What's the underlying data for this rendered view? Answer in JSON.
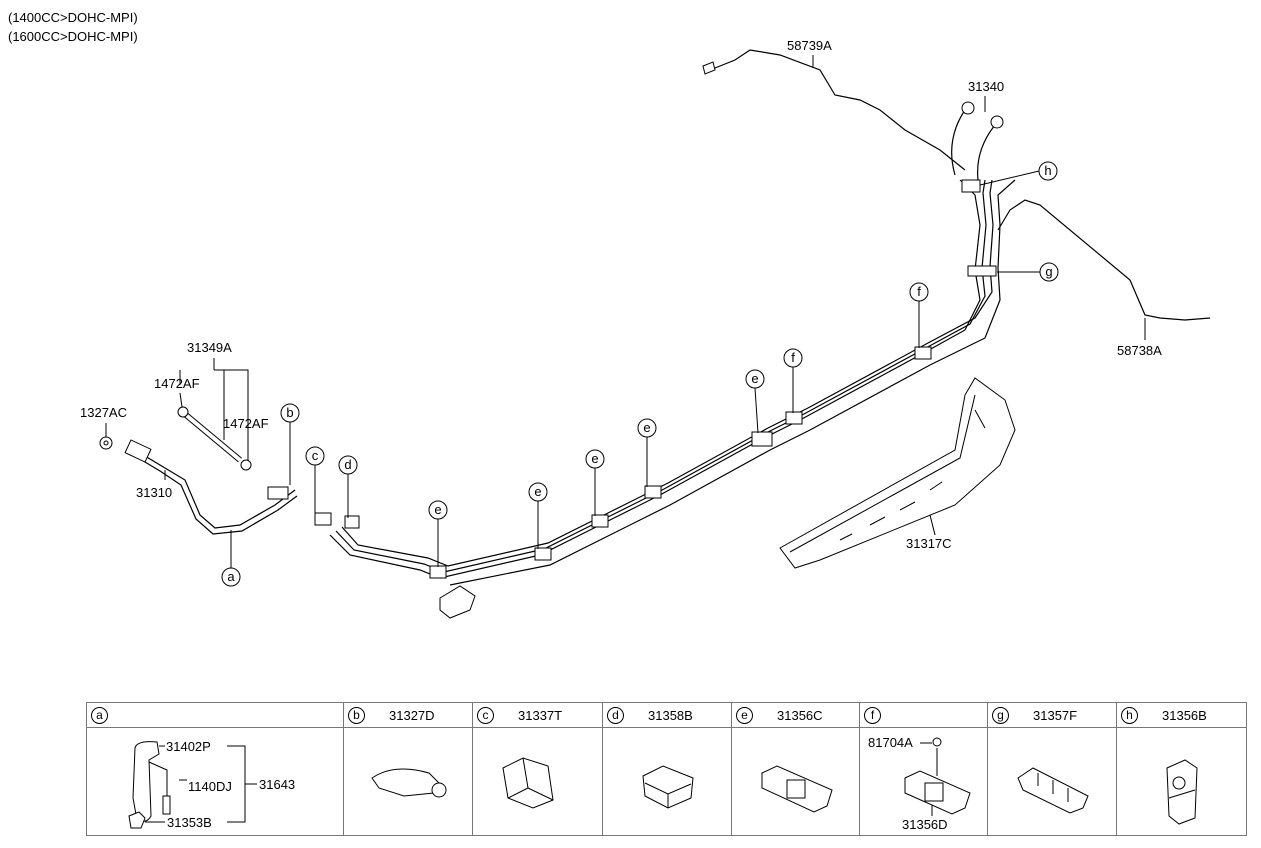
{
  "notes": [
    "(1400CC>DOHC-MPI)",
    "(1600CC>DOHC-MPI)"
  ],
  "labels": {
    "p58739A": "58739A",
    "p31340": "31340",
    "p58738A": "58738A",
    "p31349A": "31349A",
    "p1472AF_1": "1472AF",
    "p1472AF_2": "1472AF",
    "p1327AC": "1327AC",
    "p31310": "31310",
    "p31317C": "31317C"
  },
  "callouts": [
    "a",
    "b",
    "c",
    "d",
    "e",
    "f",
    "g",
    "h"
  ],
  "table": {
    "columns": [
      {
        "letter": "a",
        "part": ""
      },
      {
        "letter": "b",
        "part": "31327D"
      },
      {
        "letter": "c",
        "part": "31337T"
      },
      {
        "letter": "d",
        "part": "31358B"
      },
      {
        "letter": "e",
        "part": "31356C"
      },
      {
        "letter": "f",
        "part": ""
      },
      {
        "letter": "g",
        "part": "31357F"
      },
      {
        "letter": "h",
        "part": "31356B"
      }
    ],
    "a_parts": {
      "p1": "31402P",
      "p2": "1140DJ",
      "p3": "31353B",
      "assy": "31643"
    },
    "f_parts": {
      "p1": "81704A",
      "p2": "31356D"
    }
  }
}
